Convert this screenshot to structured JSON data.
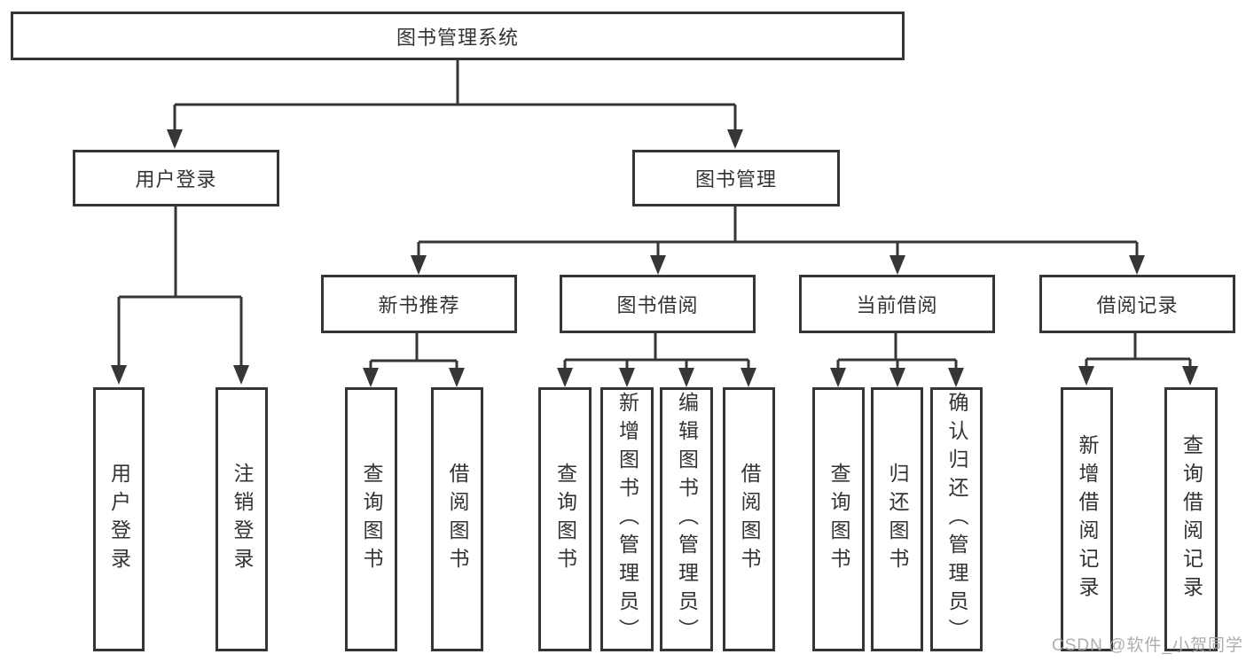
{
  "diagram": {
    "root": "图书管理系统",
    "user_login": {
      "label": "用户登录",
      "children": {
        "login": "用户登录",
        "logout": "注销登录"
      }
    },
    "book_mgmt": {
      "label": "图书管理",
      "new_book_rec": {
        "label": "新书推荐",
        "children": {
          "query_book": "查询图书",
          "borrow_book": "借阅图书"
        }
      },
      "book_borrow": {
        "label": "图书借阅",
        "children": {
          "query_book": "查询图书",
          "add_book_admin": "新增图书（管理员）",
          "edit_book_admin": "编辑图书（管理员）",
          "borrow_book": "借阅图书"
        }
      },
      "current_borrow": {
        "label": "当前借阅",
        "children": {
          "query_book": "查询图书",
          "return_book": "归还图书",
          "confirm_return_admin": "确认归还（管理员）"
        }
      },
      "borrow_record": {
        "label": "借阅记录",
        "children": {
          "add_record": "新增借阅记录",
          "query_record": "查询借阅记录"
        }
      }
    }
  },
  "watermark": "CSDN @软件_小贺同学",
  "colors": {
    "line": "#363636",
    "text": "#333333",
    "watermark": "#a4a4a4",
    "background": "#ffffff"
  }
}
